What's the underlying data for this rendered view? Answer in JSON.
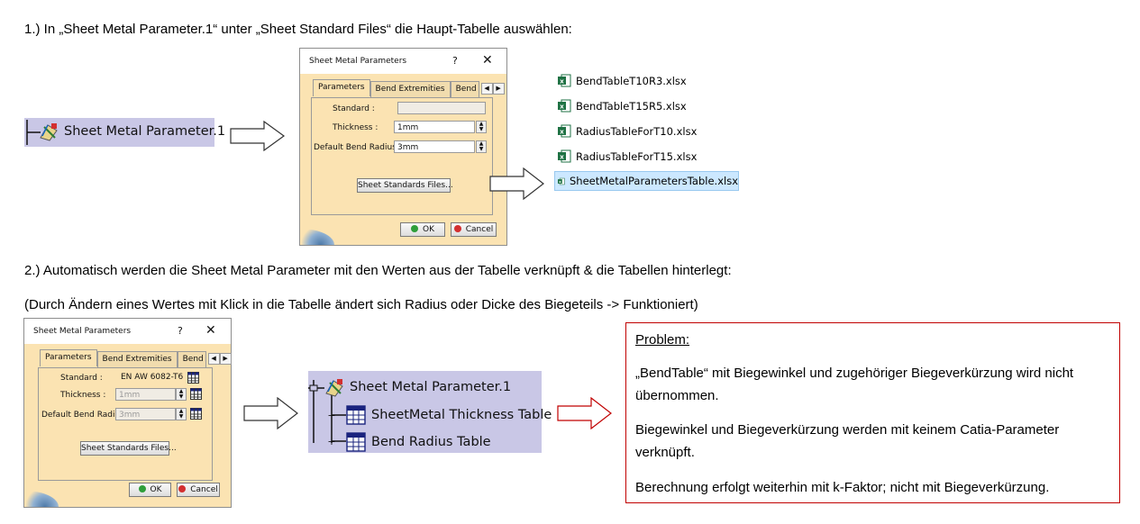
{
  "step1": "1.) In „Sheet Metal Parameter.1“ unter „Sheet Standard Files“ die Haupt-Tabelle auswählen:",
  "step2": "2.) Automatisch werden die Sheet Metal Parameter mit den Werten aus der Tabelle verknüpft & die Tabellen hinterlegt:",
  "step2_note": "(Durch Ändern eines Wertes mit Klick in die Tabelle ändert sich Radius oder Dicke des Biegeteils -> Funktioniert)",
  "tree1": {
    "label": "Sheet Metal Parameter.1"
  },
  "tree2": {
    "root": "Sheet Metal Parameter.1",
    "children": [
      "SheetMetal Thickness Table",
      "Bend Radius Table"
    ]
  },
  "dialog": {
    "title": "Sheet Metal Parameters",
    "help": "?",
    "close": "✕",
    "tabs": [
      "Parameters",
      "Bend Extremities",
      "Bend"
    ],
    "label_standard": "Standard :",
    "label_thickness": "Thickness :",
    "label_radius": "Default Bend Radius :",
    "button_files": "Sheet Standards Files...",
    "ok": "OK",
    "cancel": "Cancel"
  },
  "dialog1_values": {
    "standard": "",
    "thickness": "1mm",
    "radius": "3mm"
  },
  "dialog2_values": {
    "standard": "EN AW 6082-T6",
    "thickness": "1mm",
    "radius": "3mm"
  },
  "files": [
    "BendTableT10R3.xlsx",
    "BendTableT15R5.xlsx",
    "RadiusTableForT10.xlsx",
    "RadiusTableForT15.xlsx",
    "SheetMetalParametersTable.xlsx"
  ],
  "selected_file": "SheetMetalParametersTable.xlsx",
  "problem": {
    "heading": "Problem:",
    "p1": "„BendTable“ mit Biegewinkel und zugehöriger Biegeverkürzung wird nicht übernommen.",
    "p2": "Biegewinkel und Biegeverkürzung werden mit keinem Catia-Parameter verknüpft.",
    "p3": "Berechnung erfolgt weiterhin mit k-Faktor; nicht mit Biegeverkürzung."
  },
  "colors": {
    "tree_bg": "#c9c7e6",
    "dialog_bg": "#fbe3b2",
    "problem_border": "#c00000",
    "arrow_red": "#c00000",
    "file_selected": "#cce8ff"
  }
}
